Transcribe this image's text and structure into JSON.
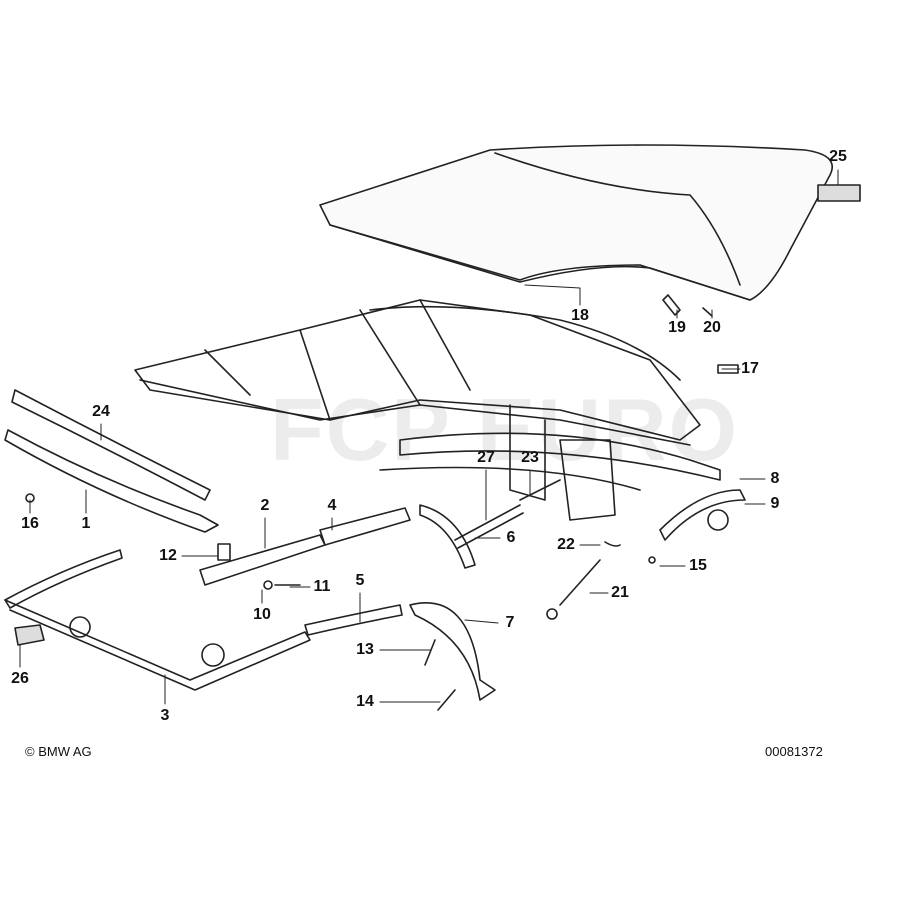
{
  "diagram": {
    "watermark": "FCP EURO",
    "copyright": "© BMW AG",
    "diagram_number": "00081372",
    "callouts": {
      "c25": "25",
      "c18": "18",
      "c19": "19",
      "c20": "20",
      "c17": "17",
      "c24": "24",
      "c16": "16",
      "c1": "1",
      "c2": "2",
      "c4": "4",
      "c27": "27",
      "c23": "23",
      "c8": "8",
      "c9": "9",
      "c6": "6",
      "c22": "22",
      "c15": "15",
      "c12": "12",
      "c11": "11",
      "c10": "10",
      "c5": "5",
      "c21": "21",
      "c7": "7",
      "c13": "13",
      "c14": "14",
      "c26": "26",
      "c3": "3"
    }
  }
}
